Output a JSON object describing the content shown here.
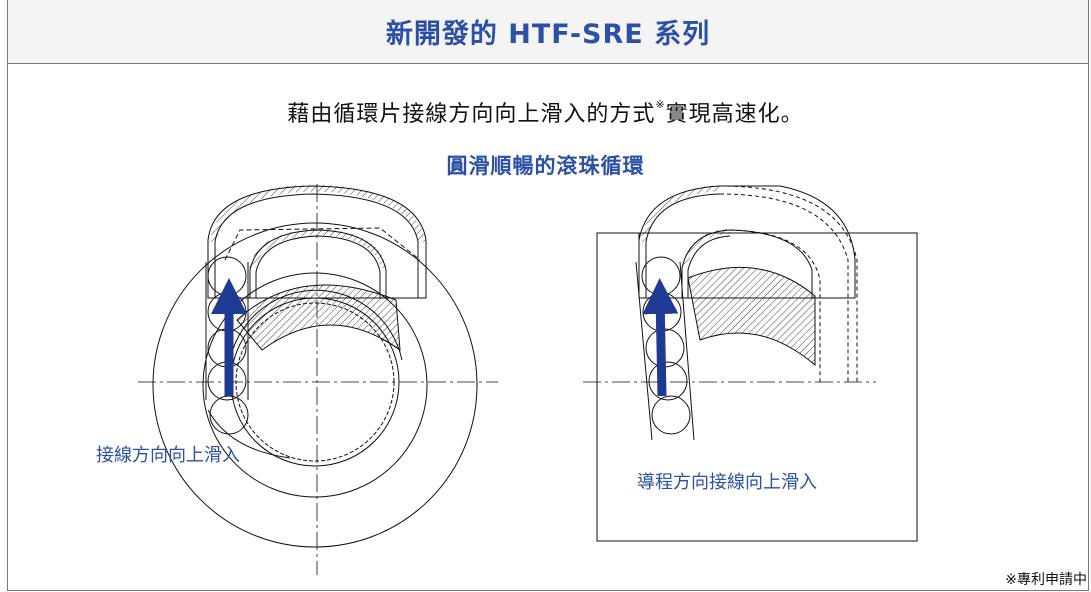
{
  "header": {
    "title": "新開發的 HTF-SRE 系列"
  },
  "subtitle": {
    "text": "藉由循環片接線方向向上滑入的方式",
    "mark": "※",
    "text_after": "實現高速化。"
  },
  "section": {
    "title": "圓滑順暢的滾珠循環"
  },
  "diagram_left": {
    "label": "接線方向向上滑入"
  },
  "diagram_right": {
    "label": "導程方向接線向上滑入"
  },
  "footnote": {
    "text": "※專利申請中"
  },
  "colors": {
    "accent": "#2c50a8",
    "arrow": "#1f3a93",
    "border": "#7a7a7a",
    "header_bg": "#f4f4f4"
  }
}
